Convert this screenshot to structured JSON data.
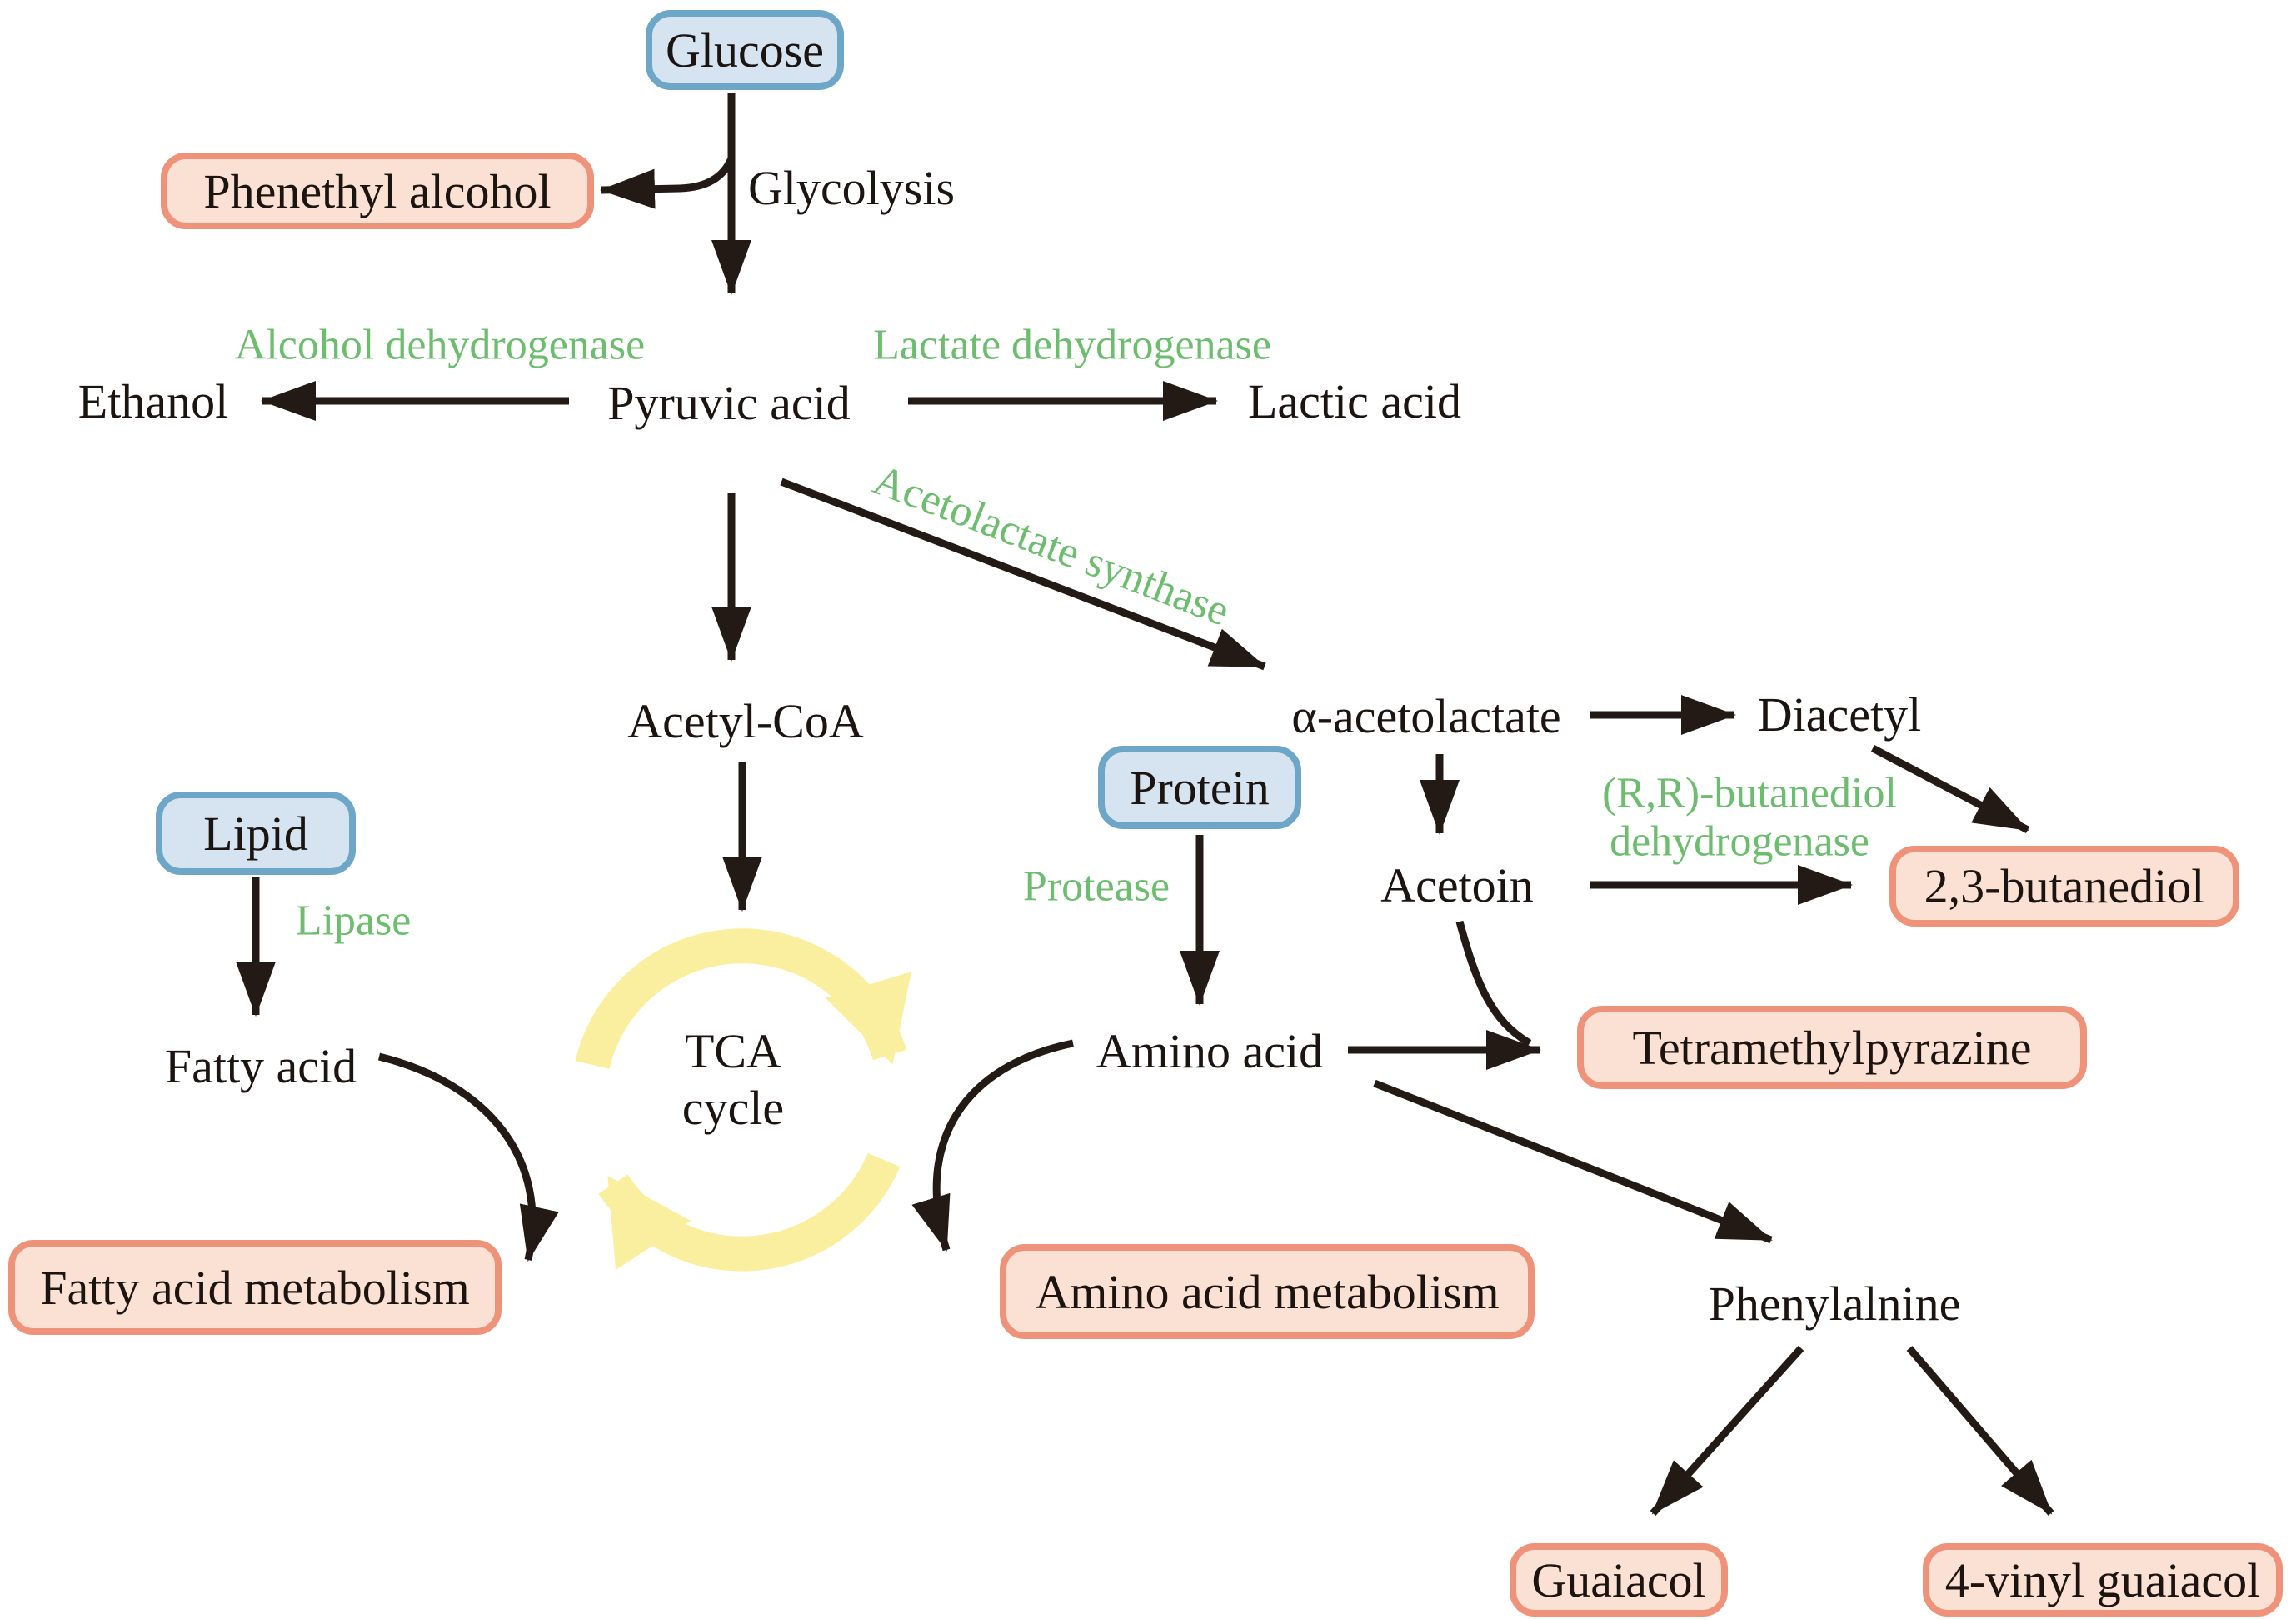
{
  "figure": {
    "type": "metabolic-pathway-diagram",
    "colors": {
      "substrate_box_fill": "#d5e4f0",
      "substrate_box_border": "#6ea6c8",
      "product_box_fill": "#fae1d3",
      "product_box_border": "#ee9379",
      "enzyme_text_green": "#6cbd6e",
      "arrow_black": "#241a15",
      "tca_cycle_yellow": "#f9ef9e",
      "label_text": "#1c1410"
    }
  },
  "nodes": {
    "glucose": "Glucose",
    "phenethyl_alcohol": "Phenethyl alcohol",
    "glycolysis": "Glycolysis",
    "alcohol_dehydrogenase": "Alcohol dehydrogenase",
    "lactate_dehydrogenase": "Lactate dehydrogenase",
    "ethanol": "Ethanol",
    "pyruvic_acid": "Pyruvic acid",
    "lactic_acid": "Lactic acid",
    "acetolactate_synthase": "Acetolactate synthase",
    "acetyl_coa": "Acetyl-CoA",
    "alpha_acetolactate": "α-acetolactate",
    "diacetyl": "Diacetyl",
    "lipid": "Lipid",
    "lipase": "Lipase",
    "protein": "Protein",
    "protease": "Protease",
    "rr_butanediol_line1": "(R,R)-butanediol",
    "rr_butanediol_line2": "dehydrogenase",
    "acetoin": "Acetoin",
    "butanediol_23": "2,3-butanediol",
    "fatty_acid": "Fatty acid",
    "tca_line1": "TCA",
    "tca_line2": "cycle",
    "amino_acid": "Amino acid",
    "tetramethylpyrazine": "Tetramethylpyrazine",
    "fatty_acid_metabolism": "Fatty acid metabolism",
    "amino_acid_metabolism": "Amino acid metabolism",
    "phenylalnine": "Phenylalnine",
    "guaiacol": "Guaiacol",
    "vinyl_guaiacol": "4-vinyl guaiacol"
  }
}
